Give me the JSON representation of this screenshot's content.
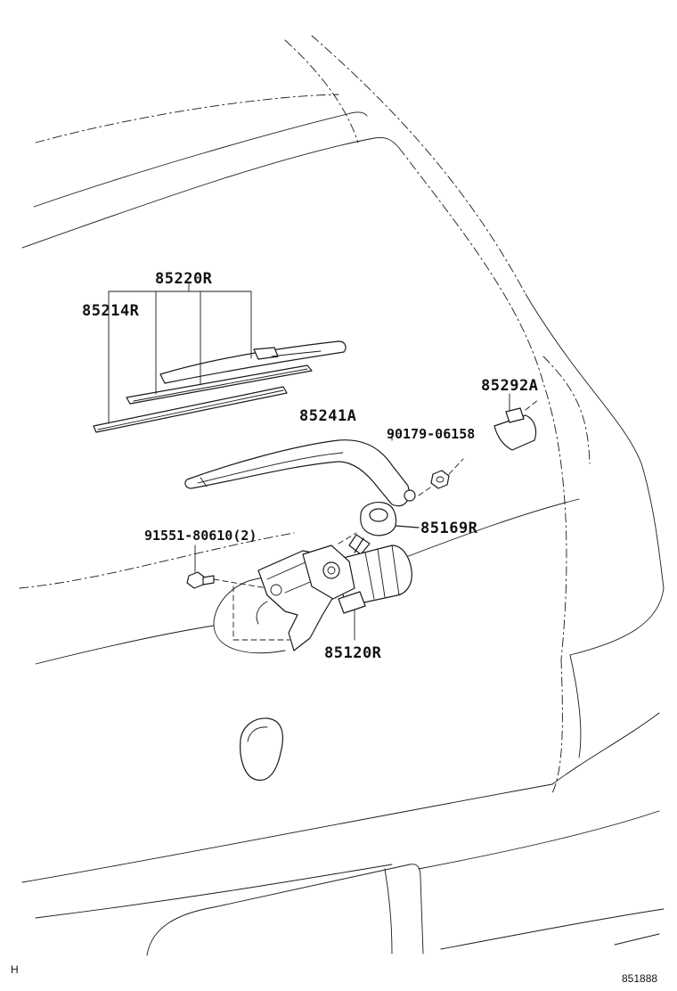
{
  "parts": {
    "wiper_blade_assy": "85220R",
    "wiper_blade_rubber": "85214R",
    "wiper_arm": "85241A",
    "arm_cap": "85292A",
    "nut": "90179-06158",
    "pivot_cap": "85169R",
    "bolt": "91551-80610(2)",
    "wiper_motor": "85120R"
  },
  "footer": {
    "left_code": "H",
    "diagram_id": "851888"
  }
}
